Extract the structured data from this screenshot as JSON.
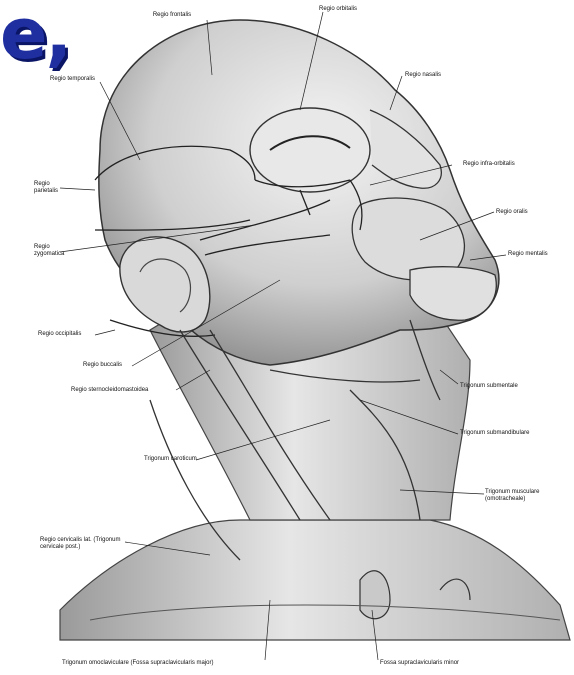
{
  "heading": {
    "text": "e,"
  },
  "figure": {
    "labels": {
      "regio_frontalis": "Regio frontalis",
      "regio_orbitalis": "Regio orbitalis",
      "regio_nasalis": "Regio nasalis",
      "regio_temporalis": "Regio temporalis",
      "regio_parietalis": "Regio parietalis",
      "regio_infraorbitalis": "Regio infra-orbitalis",
      "regio_oralis": "Regio oralis",
      "regio_zygomatica": "Regio zygomatica",
      "regio_mentalis": "Regio mentalis",
      "regio_occipitalis": "Regio occipitalis",
      "regio_buccalis": "Regio buccalis",
      "regio_sternocleidomastoidea": "Regio sternocleidomastoidea",
      "trigonum_submentale": "Trigonum submentale",
      "trigonum_submandibulare": "Trigonum submandibulare",
      "trigonum_caroticum": "Trigonum caroticum",
      "trigonum_musculare": "Trigonum musculare (omotracheale)",
      "regio_cervicalis_lat": "Regio cervicalis lat. (Trigonum cervicale post.)",
      "trigonum_omoclaviculare": "Trigonum omoclaviculare (Fossa supraclavicularis major)",
      "fossa_supraclavicularis_minor": "Fossa supraclavicularis minor"
    }
  }
}
